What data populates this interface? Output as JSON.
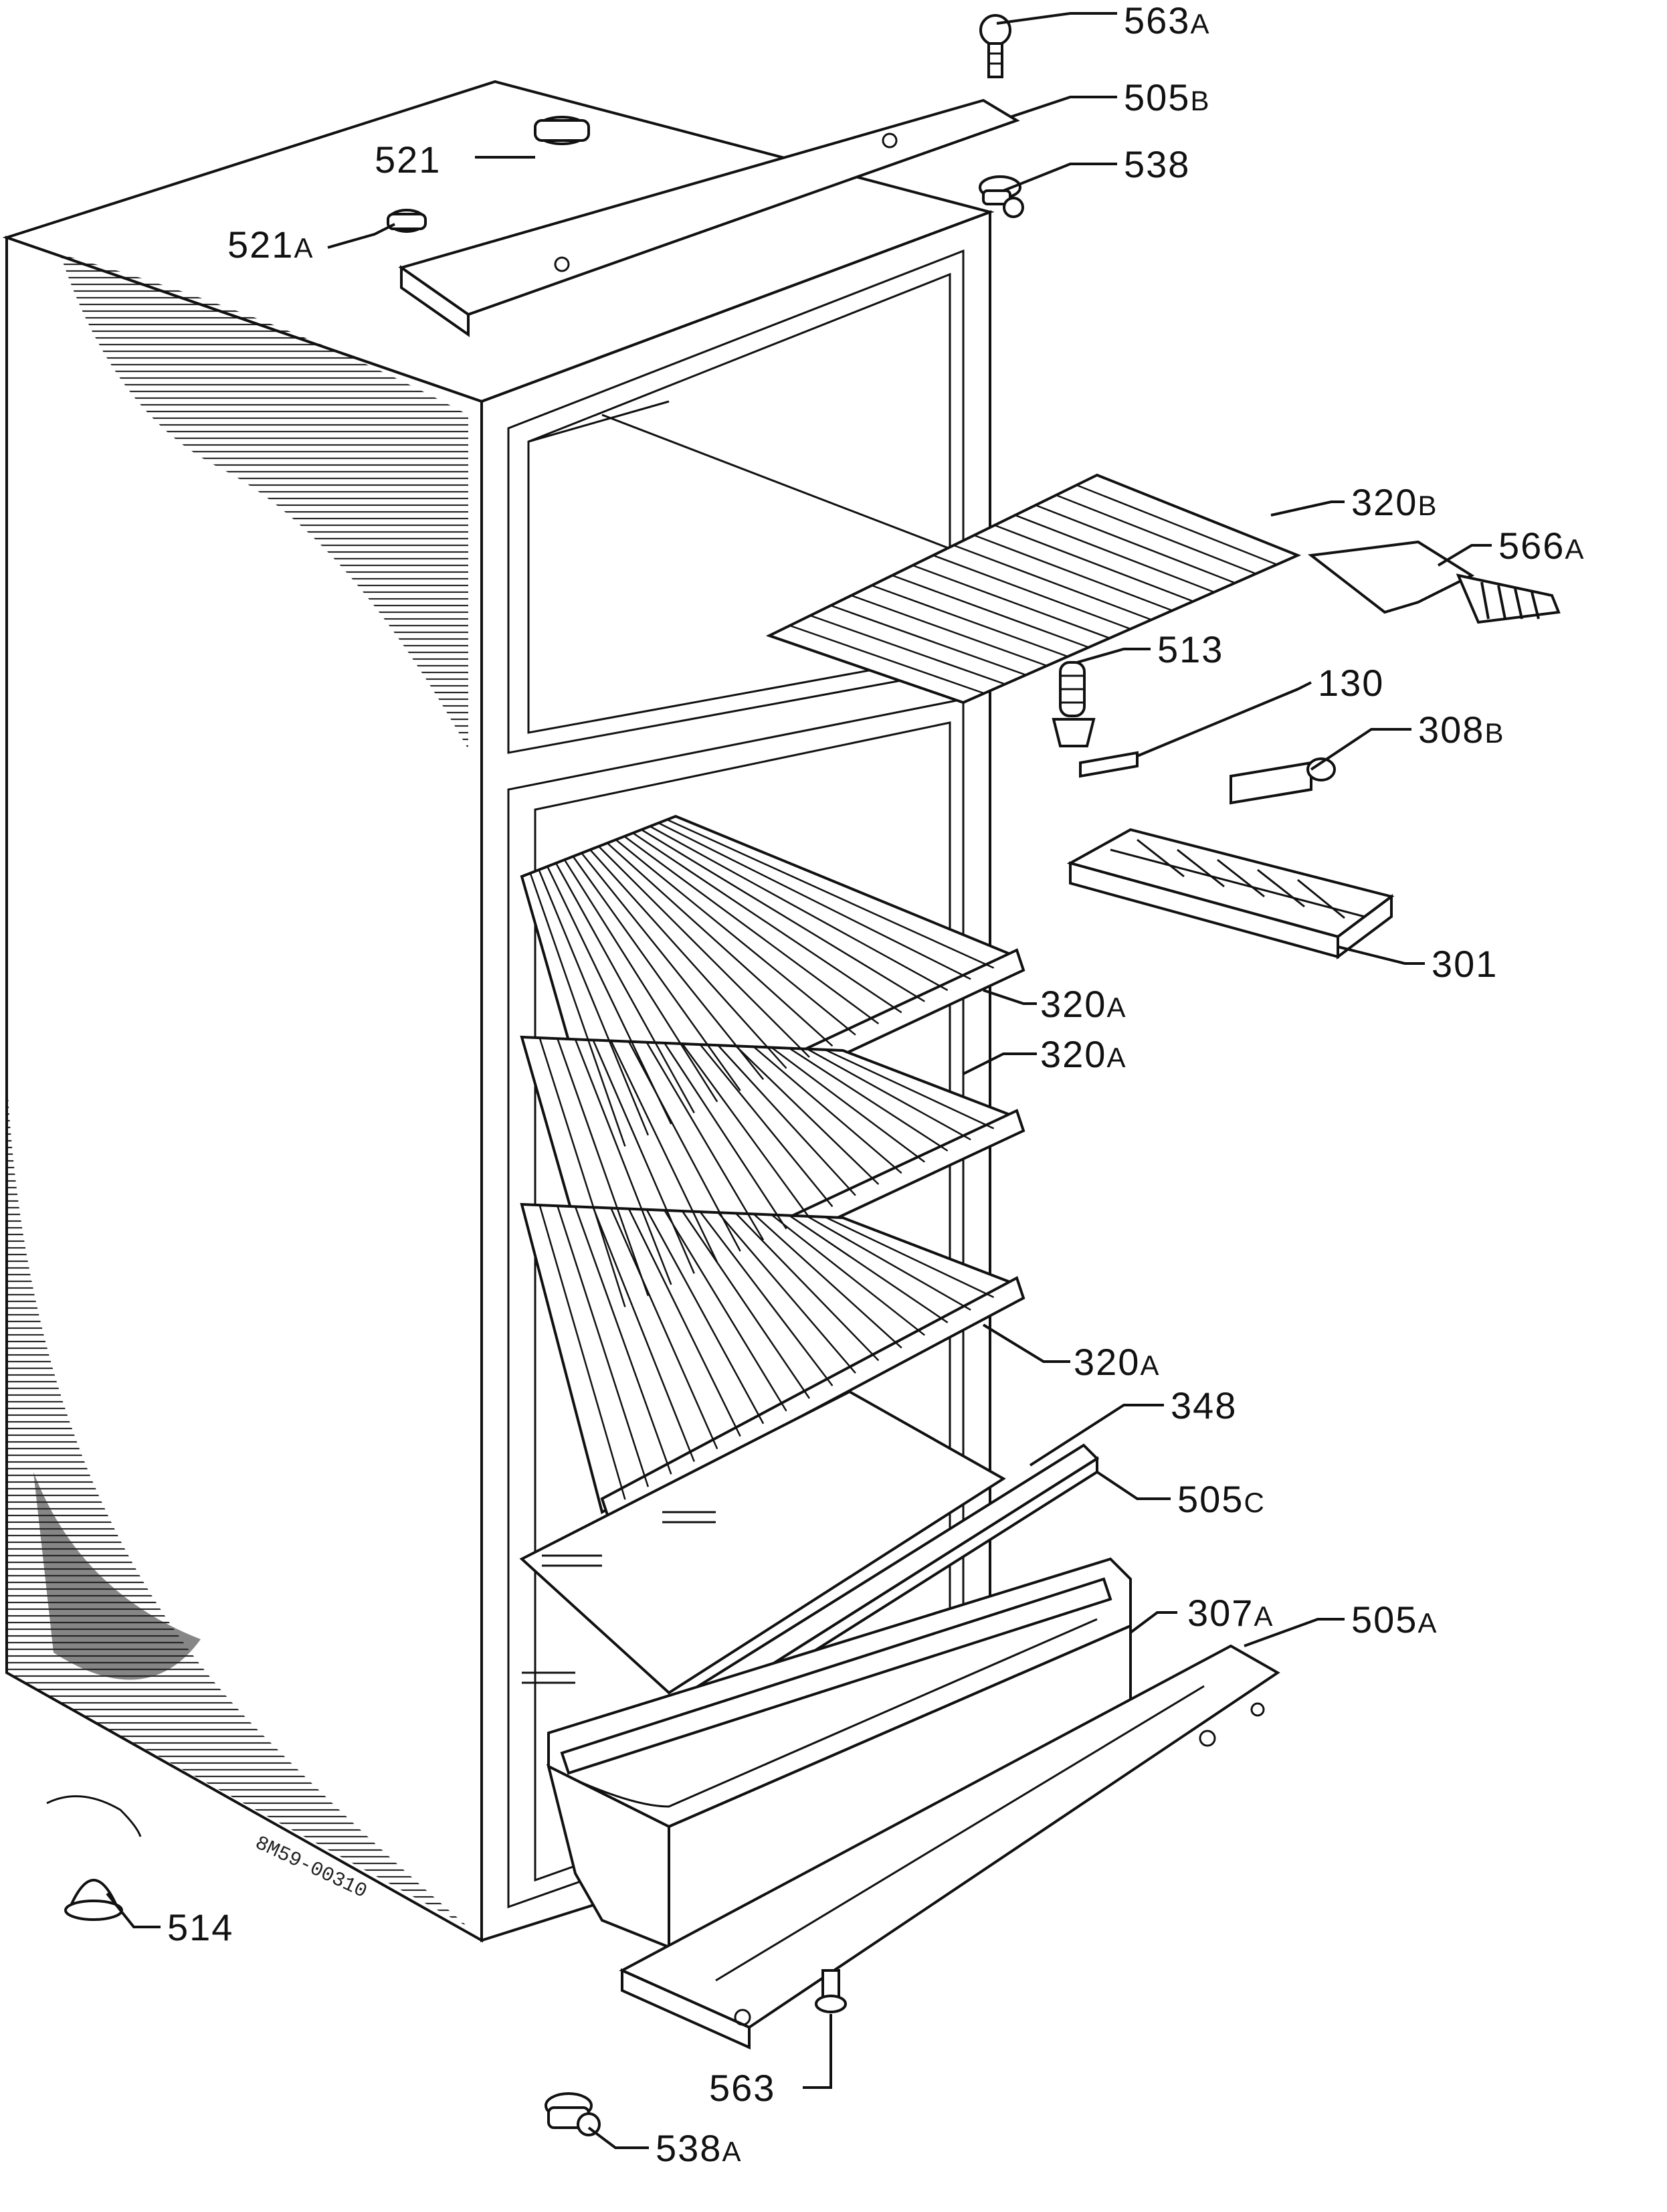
{
  "diagram": {
    "drawing_code": "8M59-00310",
    "callouts": [
      {
        "id": "563A",
        "num": "563",
        "suffix": "A"
      },
      {
        "id": "505B",
        "num": "505",
        "suffix": "B"
      },
      {
        "id": "521",
        "num": "521",
        "suffix": ""
      },
      {
        "id": "538",
        "num": "538",
        "suffix": ""
      },
      {
        "id": "521A",
        "num": "521",
        "suffix": "A"
      },
      {
        "id": "320B",
        "num": "320",
        "suffix": "B"
      },
      {
        "id": "566A",
        "num": "566",
        "suffix": "A"
      },
      {
        "id": "513",
        "num": "513",
        "suffix": ""
      },
      {
        "id": "130",
        "num": "130",
        "suffix": ""
      },
      {
        "id": "308B",
        "num": "308",
        "suffix": "B"
      },
      {
        "id": "301",
        "num": "301",
        "suffix": ""
      },
      {
        "id": "320A-1",
        "num": "320",
        "suffix": "A"
      },
      {
        "id": "320A-2",
        "num": "320",
        "suffix": "A"
      },
      {
        "id": "320A-3",
        "num": "320",
        "suffix": "A"
      },
      {
        "id": "348",
        "num": "348",
        "suffix": ""
      },
      {
        "id": "505C",
        "num": "505",
        "suffix": "C"
      },
      {
        "id": "307A",
        "num": "307",
        "suffix": "A"
      },
      {
        "id": "505A",
        "num": "505",
        "suffix": "A"
      },
      {
        "id": "514",
        "num": "514",
        "suffix": ""
      },
      {
        "id": "563",
        "num": "563",
        "suffix": ""
      },
      {
        "id": "538A",
        "num": "538",
        "suffix": "A"
      }
    ]
  }
}
